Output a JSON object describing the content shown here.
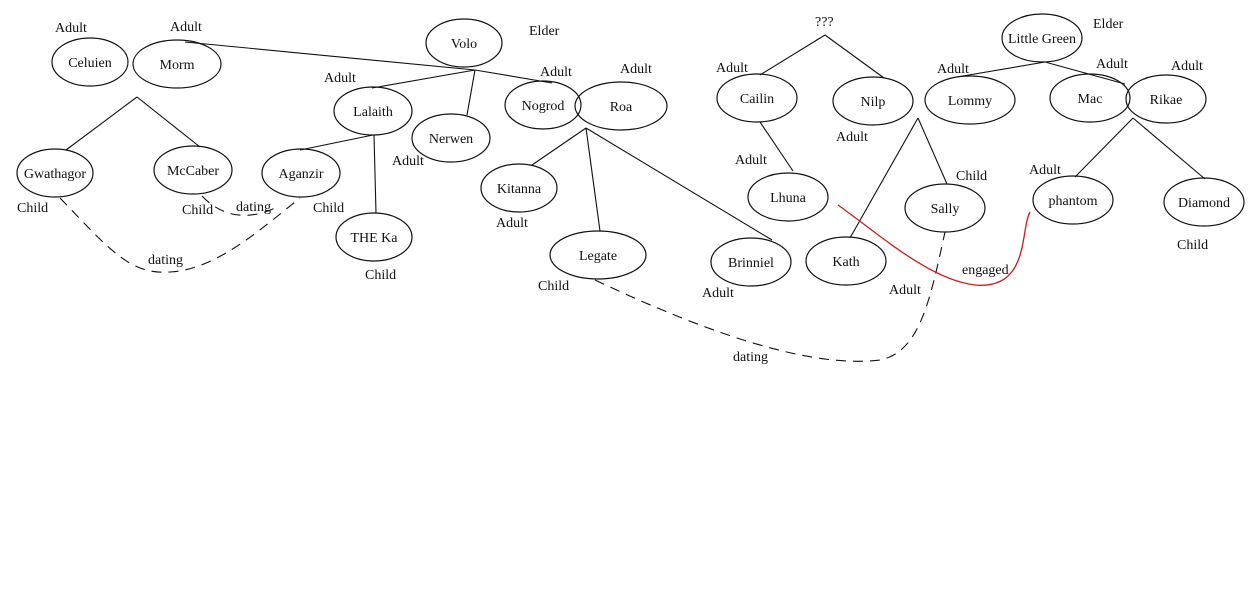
{
  "title": "Family tree diagram",
  "colors": {
    "line": "#111111",
    "engaged": "#c81e1e"
  },
  "people": [
    {
      "name": "Celuien",
      "role": "Adult"
    },
    {
      "name": "Morm",
      "role": "Adult"
    },
    {
      "name": "Volo",
      "role": "Elder"
    },
    {
      "name": "Lalaith",
      "role": "Adult"
    },
    {
      "name": "Nerwen",
      "role": "Adult"
    },
    {
      "name": "Nogrod",
      "role": "Adult"
    },
    {
      "name": "Roa",
      "role": "Adult"
    },
    {
      "name": "Gwathagor",
      "role": "Child"
    },
    {
      "name": "McCaber",
      "role": "Child"
    },
    {
      "name": "Aganzir",
      "role": "Child"
    },
    {
      "name": "THE Ka",
      "role": "Child"
    },
    {
      "name": "Kitanna",
      "role": "Adult"
    },
    {
      "name": "Legate",
      "role": "Child"
    },
    {
      "name": "Cailin",
      "role": "Adult"
    },
    {
      "name": "Nilp",
      "role": "Adult"
    },
    {
      "name": "Lommy",
      "role": "Adult"
    },
    {
      "name": "Little Green",
      "role": "Elder"
    },
    {
      "name": "Mac",
      "role": "Adult"
    },
    {
      "name": "Rikae",
      "role": "Adult"
    },
    {
      "name": "Lhuna",
      "role": "Adult"
    },
    {
      "name": "Sally",
      "role": "Child"
    },
    {
      "name": "phantom",
      "role": "Adult"
    },
    {
      "name": "Diamond",
      "role": "Child"
    },
    {
      "name": "Brinniel",
      "role": "Adult"
    },
    {
      "name": "Kath",
      "role": "Adult"
    }
  ],
  "unknown_parent": "???",
  "relations": {
    "dating_1": "dating",
    "dating_2": "dating",
    "dating_3": "dating",
    "engaged": "engaged"
  }
}
